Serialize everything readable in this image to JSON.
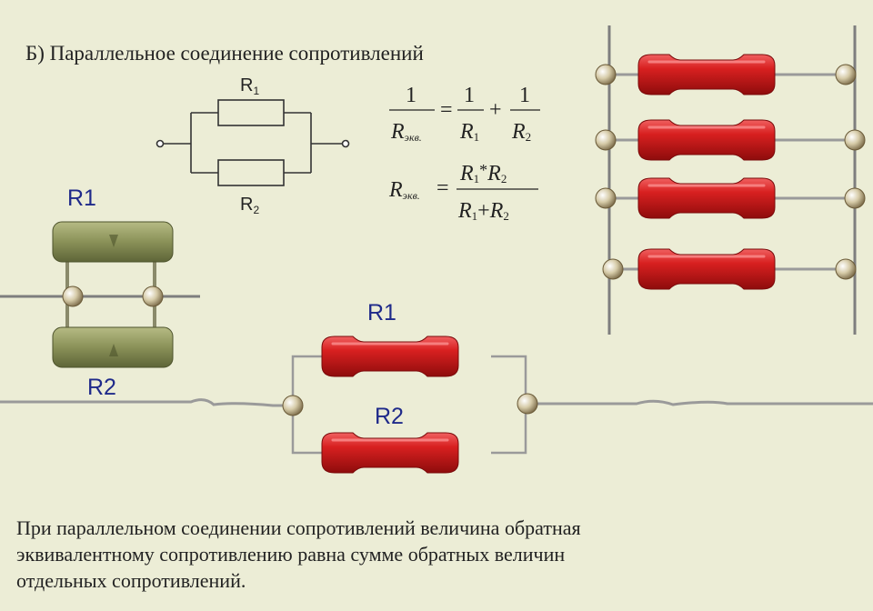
{
  "heading": "Б) Параллельное соединение сопротивлений",
  "schematic": {
    "r1_label": "R",
    "r1_sub": "1",
    "r2_label": "R",
    "r2_sub": "2"
  },
  "formula1": {
    "lhs_num": "1",
    "lhs_den": "R",
    "lhs_sub": "экв.",
    "eq": "=",
    "t1_num": "1",
    "t1_den": "R",
    "t1_sub": "1",
    "plus": "+",
    "t2_num": "1",
    "t2_den": "R",
    "t2_sub": "2"
  },
  "formula2": {
    "lhs": "R",
    "lhs_sub": "экв.",
    "eq": "=",
    "num_a": "R",
    "num_a_sub": "1",
    "mult": "*",
    "num_b": "R",
    "num_b_sub": "2",
    "den_a": "R",
    "den_a_sub": "1",
    "plus": "+",
    "den_b": "R",
    "den_b_sub": "2"
  },
  "photo_labels": {
    "green_r1": "R1",
    "green_r2": "R2",
    "red_r1": "R1",
    "red_r2": "R2"
  },
  "caption": [
    "При параллельном соединении сопротивлений величина обратная",
    "эквивалентному сопротивлению равна сумме обратных величин",
    "отдельных сопротивлений."
  ],
  "colors": {
    "background": "#ecedd6",
    "resistor_red": "#d21e1e",
    "resistor_green": "#8a9158",
    "wire": "#9a9a9a",
    "solder": "#cfc4a0",
    "label_blue": "#1f2a8a"
  }
}
